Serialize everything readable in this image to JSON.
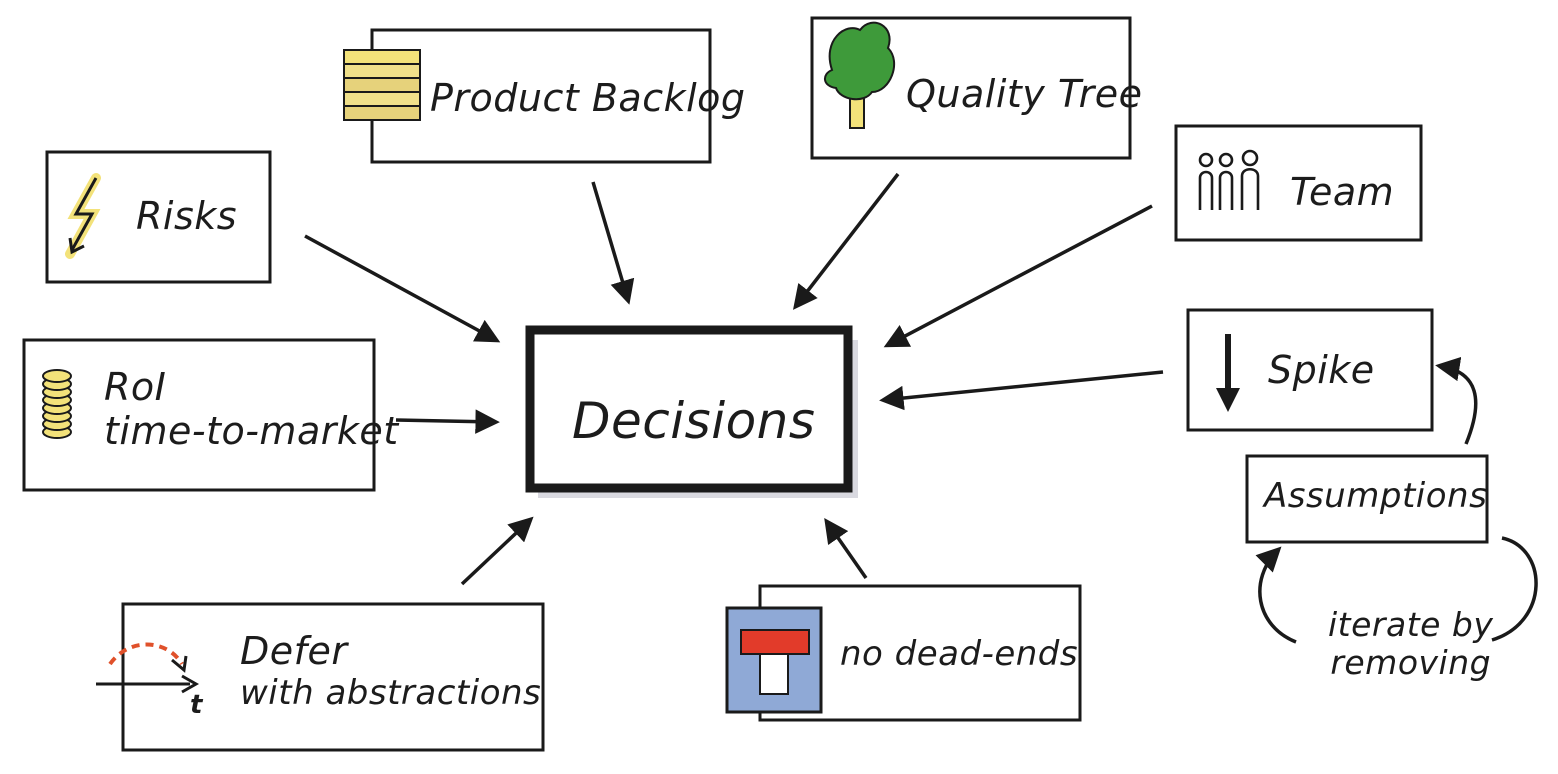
{
  "nodes": {
    "center": {
      "label": "Decisions"
    },
    "product_backlog": {
      "label": "Product Backlog",
      "icon": "stack-of-cards-icon"
    },
    "quality_tree": {
      "label": "Quality Tree",
      "icon": "tree-icon"
    },
    "team": {
      "label": "Team",
      "icon": "people-icon"
    },
    "risks": {
      "label": "Risks",
      "icon": "lightning-icon"
    },
    "roi": {
      "line1": "RoI",
      "line2": "time-to-market",
      "icon": "coin-stack-icon"
    },
    "spike": {
      "label": "Spike",
      "icon": "down-arrow-icon"
    },
    "assumptions": {
      "label": "Assumptions"
    },
    "defer": {
      "line1": "Defer",
      "line2": "with abstractions",
      "icon": "timeline-jump-icon",
      "axis_label": "t"
    },
    "no_dead_ends": {
      "label": "no dead-ends",
      "icon": "dead-end-sign-icon"
    }
  },
  "loop_annotation": {
    "line1": "iterate by",
    "line2": "removing"
  },
  "colors": {
    "ink": "#1a1a1a",
    "highlight_yellow": "#f3e27a",
    "tree_green": "#3e9a3a",
    "sign_blue": "#8fa9d6",
    "sign_red": "#e23b2a",
    "dash_orange": "#e0512b",
    "shadow": "#c8c8d2"
  }
}
